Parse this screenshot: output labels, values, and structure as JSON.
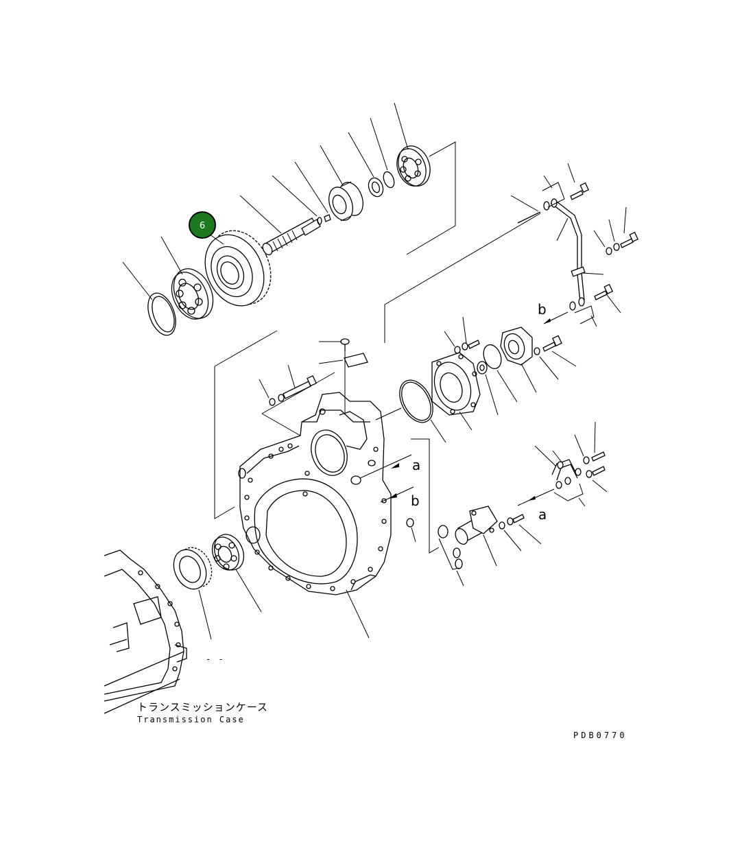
{
  "diagram": {
    "part_marker": {
      "number": "6",
      "fill": "#1e7a1e",
      "stroke": "#000000"
    },
    "letters": {
      "a": "a",
      "b": "b"
    },
    "caption": {
      "japanese": "トランスミッションケース",
      "english": "Transmission Case"
    },
    "drawing_code": "PDB0770",
    "dash_mark": "- -"
  }
}
